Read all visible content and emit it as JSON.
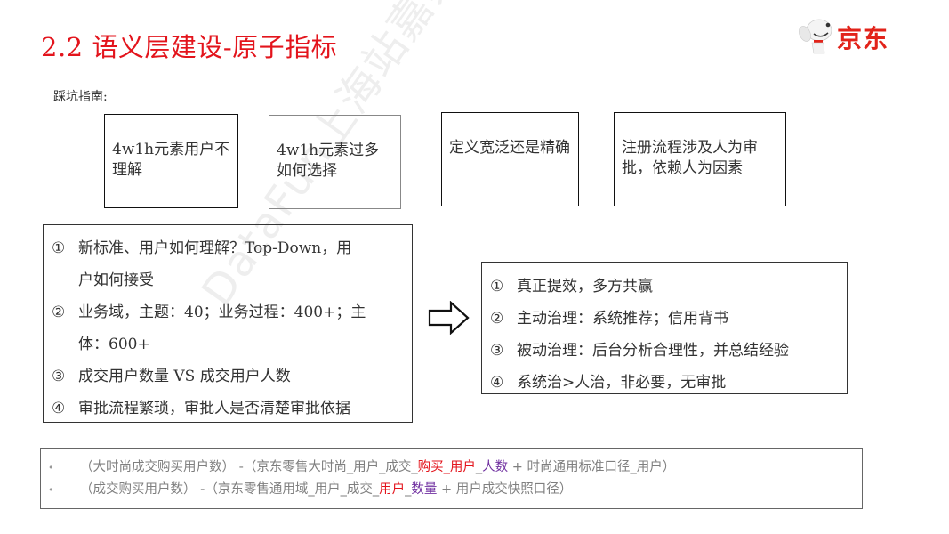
{
  "slide": {
    "title": "2.2 语义层建设-原子指标",
    "subtitle": "踩坑指南:",
    "watermark": "DataFun上海站嘉宾专享"
  },
  "logo": {
    "text": "京东",
    "mascot_icon": "jd-dog-mascot-icon",
    "brand_color": "#e2231a"
  },
  "pitfalls": [
    {
      "label": "4w1h元素用户不理解"
    },
    {
      "label": "4w1h元素过多如何选择"
    },
    {
      "label": "定义宽泛还是精确"
    },
    {
      "label": "注册流程涉及人为审批，依赖人为因素"
    }
  ],
  "problems": {
    "items": [
      {
        "num": "①",
        "lines": [
          "新标准、用户如何理解？Top-Down，用",
          "户如何接受"
        ]
      },
      {
        "num": "②",
        "lines": [
          "业务域，主题：40；业务过程：400+；主",
          "体：600+"
        ]
      },
      {
        "num": "③",
        "lines": [
          "成交用户数量 VS 成交用户人数"
        ]
      },
      {
        "num": "④",
        "lines": [
          "审批流程繁琐，审批人是否清楚审批依据"
        ]
      }
    ]
  },
  "arrow": {
    "icon": "right-arrow-icon"
  },
  "solutions": {
    "items": [
      {
        "num": "①",
        "text": "真正提效，多方共赢"
      },
      {
        "num": "②",
        "text": "主动治理：系统推荐；信用背书"
      },
      {
        "num": "③",
        "text": "被动治理：后台分析合理性，并总结经验"
      },
      {
        "num": "④",
        "text": "系统治>人治，非必要，无审批"
      }
    ]
  },
  "formulas": [
    {
      "bullet": "•",
      "prefix": "（大时尚成交购买用户数） -（京东零售大时尚_用户_成交_",
      "red": "购买_用户",
      "mid": "_",
      "purple": "人数",
      "suffix": " + 时尚通用标准口径_用户）"
    },
    {
      "bullet": "•",
      "prefix": "（成交购买用户数） -（京东零售通用域_用户_成交_",
      "red": "用户",
      "mid": "_",
      "purple": "数量",
      "suffix": " + 用户成交快照口径）"
    }
  ],
  "colors": {
    "title_red": "#e3141c",
    "highlight_red": "#e3141c",
    "highlight_purple": "#7030a0",
    "formula_gray": "#7f7f7f"
  }
}
